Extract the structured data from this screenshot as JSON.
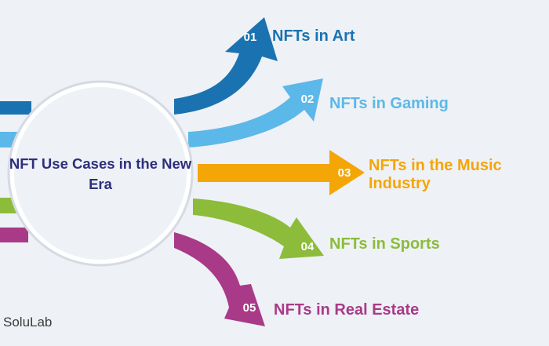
{
  "center": {
    "title": "NFT Use Cases in the New Era"
  },
  "items": [
    {
      "number": "01",
      "label": "NFTs in Art",
      "color": "#1a73b0"
    },
    {
      "number": "02",
      "label": "NFTs in Gaming",
      "color": "#5cb8e8"
    },
    {
      "number": "03",
      "label": "NFTs in the Music Industry",
      "color": "#f4a607"
    },
    {
      "number": "04",
      "label": "NFTs in Sports",
      "color": "#8cbc3a"
    },
    {
      "number": "05",
      "label": "NFTs in Real Estate",
      "color": "#a93a88"
    }
  ],
  "brand": "SoluLab"
}
